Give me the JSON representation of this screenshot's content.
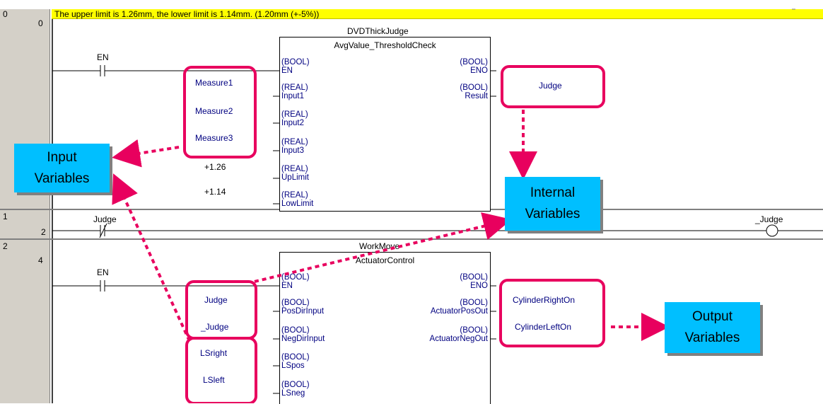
{
  "comment": "The upper limit is 1.26mm, the lower limit is 1.14mm. (1.20mm (+-5%))",
  "rungs": [
    {
      "row": "0",
      "step": "0"
    },
    {
      "row": "1",
      "step": "2"
    },
    {
      "row": "2",
      "step": "4"
    }
  ],
  "rung0": {
    "contact_label": "EN",
    "fb_instance": "DVDThickJudge",
    "fb_type": "AvgValue_ThresholdCheck",
    "inputs": [
      {
        "type": "(BOOL)",
        "name": "EN",
        "var": ""
      },
      {
        "type": "(REAL)",
        "name": "Input1",
        "var": "Measure1"
      },
      {
        "type": "(REAL)",
        "name": "Input2",
        "var": "Measure2"
      },
      {
        "type": "(REAL)",
        "name": "Input3",
        "var": "Measure3"
      },
      {
        "type": "(REAL)",
        "name": "UpLimit",
        "var": "+1.26"
      },
      {
        "type": "(REAL)",
        "name": "LowLimit",
        "var": "+1.14"
      }
    ],
    "outputs": [
      {
        "type": "(BOOL)",
        "name": "ENO",
        "var": ""
      },
      {
        "type": "(BOOL)",
        "name": "Result",
        "var": "Judge"
      }
    ]
  },
  "rung1": {
    "contact_label": "Judge",
    "coil_label": "_Judge"
  },
  "rung2": {
    "contact_label": "EN",
    "fb_instance": "WorkMove",
    "fb_type": "ActuatorControl",
    "inputs": [
      {
        "type": "(BOOL)",
        "name": "EN",
        "var": ""
      },
      {
        "type": "(BOOL)",
        "name": "PosDirInput",
        "var": "Judge"
      },
      {
        "type": "(BOOL)",
        "name": "NegDirInput",
        "var": "_Judge"
      },
      {
        "type": "(BOOL)",
        "name": "LSpos",
        "var": "LSright"
      },
      {
        "type": "(BOOL)",
        "name": "LSneg",
        "var": "LSleft"
      }
    ],
    "outputs": [
      {
        "type": "(BOOL)",
        "name": "ENO",
        "var": ""
      },
      {
        "type": "(BOOL)",
        "name": "ActuatorPosOut",
        "var": "CylinderRightOn"
      },
      {
        "type": "(BOOL)",
        "name": "ActuatorNegOut",
        "var": "CylinderLeftOn"
      }
    ]
  },
  "callouts": {
    "input": [
      "Input",
      "Variables"
    ],
    "internal": [
      "Internal",
      "Variables"
    ],
    "output": [
      "Output",
      "Variables"
    ]
  },
  "colors": {
    "highlight": "#e8005e",
    "callout_bg": "#00bfff",
    "comment_bg": "#ffff00",
    "variable_text": "#000080",
    "gutter": "#d4d0c8"
  }
}
